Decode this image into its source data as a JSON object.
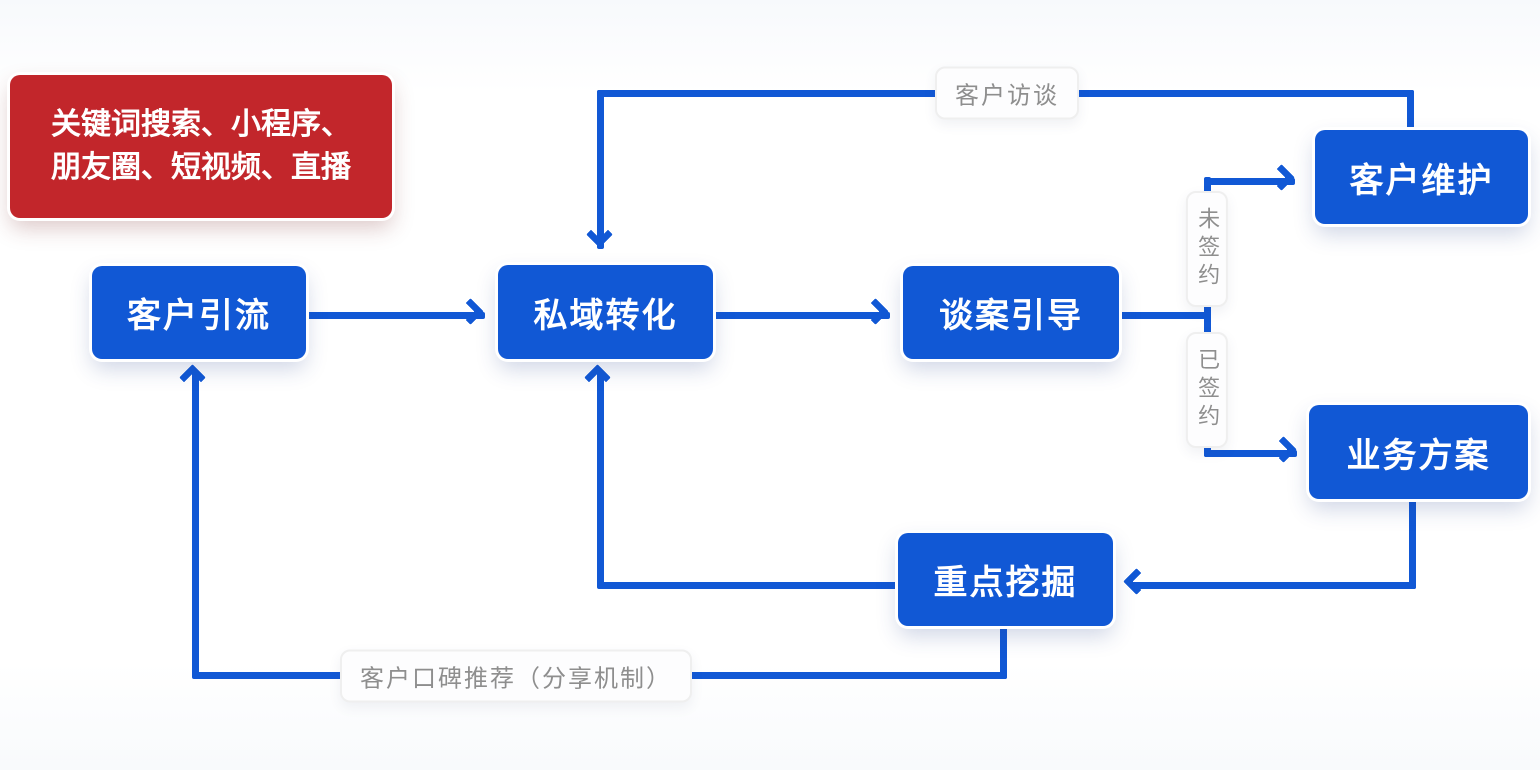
{
  "note": {
    "lines": [
      "关键词搜索、小程序、",
      "朋友圈、短视频、直播"
    ]
  },
  "nodes": {
    "acquisition": {
      "label": "客户引流"
    },
    "conversion": {
      "label": "私域转化"
    },
    "guidance": {
      "label": "谈案引导"
    },
    "maintenance": {
      "label": "客户维护"
    },
    "proposal": {
      "label": "业务方案"
    },
    "mining": {
      "label": "重点挖掘"
    }
  },
  "edge_labels": {
    "interview": "客户访谈",
    "not_signed": "未签约",
    "signed": "已签约",
    "referral": "客户口碑推荐（分享机制）"
  },
  "colors": {
    "primary_blue": "#1158d5",
    "note_red": "#c2262b",
    "label_gray": "#8e8e8e",
    "node_text": "#ffffff"
  }
}
